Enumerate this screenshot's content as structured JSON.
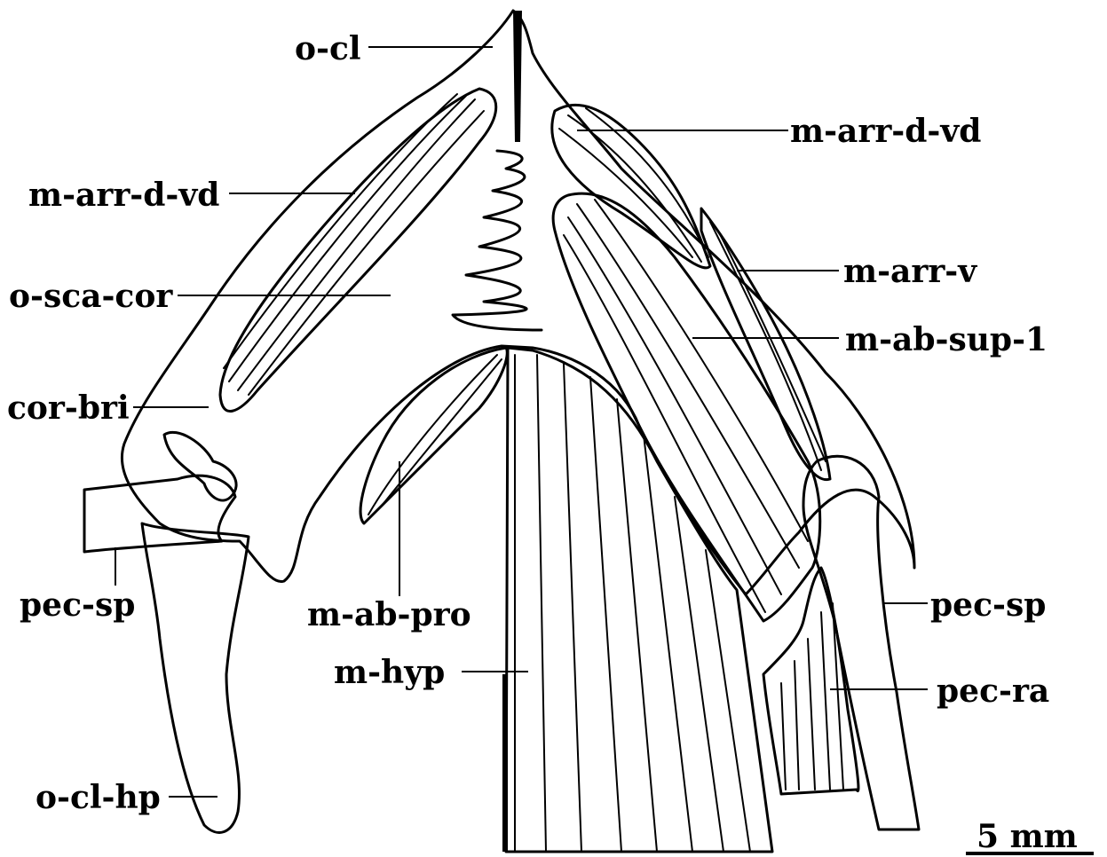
{
  "labels": {
    "o_cl": "o-cl",
    "m_arr_d_vd_right": "m-arr-d-vd",
    "m_arr_d_vd_left": "m-arr-d-vd",
    "m_arr_v": "m-arr-v",
    "o_sca_cor": "o-sca-cor",
    "m_ab_sup_1": "m-ab-sup-1",
    "cor_bri": "cor-bri",
    "pec_sp_left": "pec-sp",
    "pec_sp_right": "pec-sp",
    "m_ab_pro": "m-ab-pro",
    "m_hyp": "m-hyp",
    "pec_ra": "pec-ra",
    "o_cl_hp": "o-cl-hp"
  },
  "scale_bar": {
    "label": "5 mm"
  },
  "colors": {
    "ink": "#000000",
    "paper": "#ffffff"
  }
}
